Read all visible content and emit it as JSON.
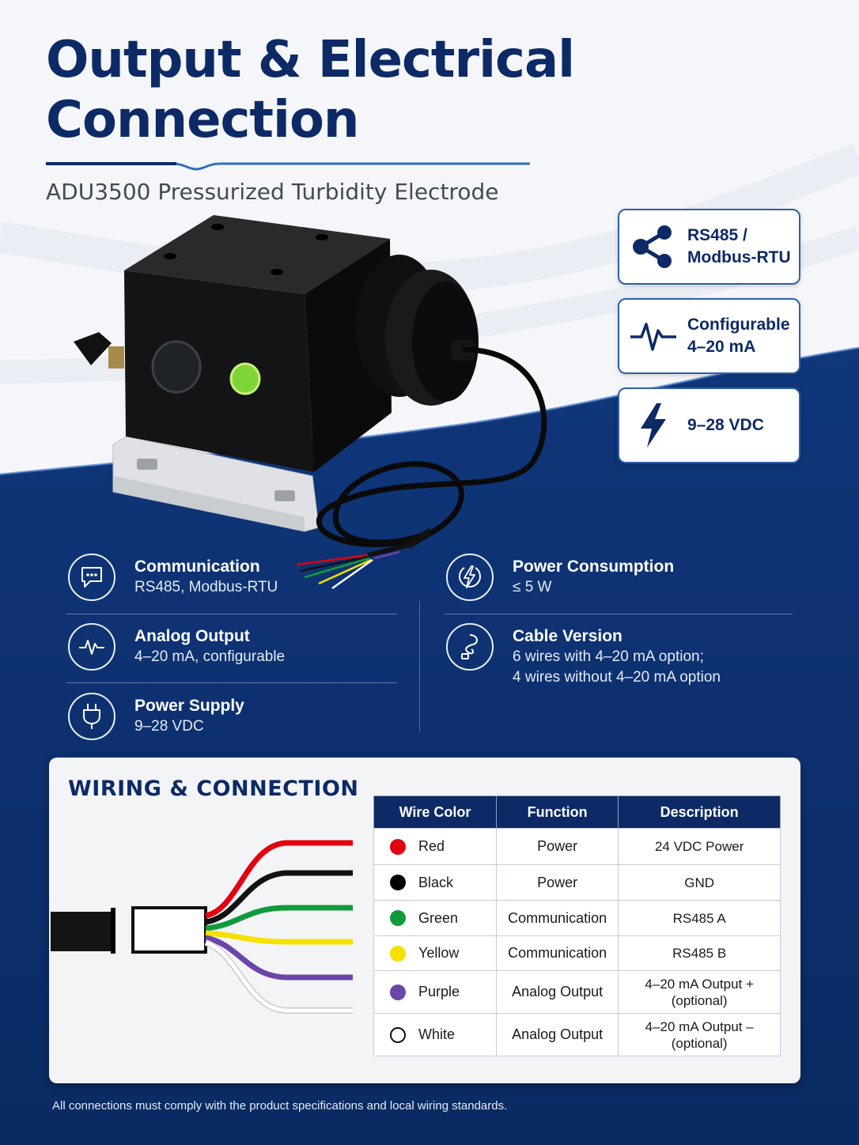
{
  "header": {
    "title": "Output & Electrical Connection",
    "subtitle": "ADU3500 Pressurized Turbidity Electrode"
  },
  "badges": [
    {
      "icon": "share-nodes-icon",
      "text": "RS485 /\nModbus-RTU"
    },
    {
      "icon": "pulse-wave-icon",
      "text": "Configurable\n4–20 mA"
    },
    {
      "icon": "lightning-bolt-icon",
      "text": "9–28 VDC"
    }
  ],
  "specs": [
    {
      "icon": "chat-bubble-icon",
      "label": "Communication",
      "value": "RS485, Modbus-RTU"
    },
    {
      "icon": "pulse-wave-icon",
      "label": "Analog Output",
      "value": "4–20 mA, configurable"
    },
    {
      "icon": "power-plug-icon",
      "label": "Power Supply",
      "value": "9–28 VDC"
    },
    {
      "icon": "lightning-circle-icon",
      "label": "Power Consumption",
      "value": "≤ 5 W"
    },
    {
      "icon": "cable-icon",
      "label": "Cable Version",
      "value": "6 wires with 4–20 mA option;\n4 wires without 4–20 mA option"
    }
  ],
  "wiring": {
    "title": "WIRING & CONNECTION",
    "headers": [
      "Wire Color",
      "Function",
      "Description"
    ],
    "rows": [
      {
        "color": "Red",
        "swatch": "#e3000f",
        "function": "Power",
        "description": "24 VDC Power"
      },
      {
        "color": "Black",
        "swatch": "#000000",
        "function": "Power",
        "description": "GND"
      },
      {
        "color": "Green",
        "swatch": "#109a3c",
        "function": "Communication",
        "description": "RS485 A"
      },
      {
        "color": "Yellow",
        "swatch": "#f5e000",
        "function": "Communication",
        "description": "RS485 B"
      },
      {
        "color": "Purple",
        "swatch": "#6b45a8",
        "function": "Analog Output",
        "description": "4–20 mA Output +\n(optional)"
      },
      {
        "color": "White",
        "swatch": "#ffffff",
        "function": "Analog Output",
        "description": "4–20 mA Output –\n(optional)"
      }
    ]
  },
  "footer": "All connections must comply with the product specifications and local wiring standards.",
  "colors": {
    "navy": "#0d2a66",
    "accent_blue": "#2f6fc0"
  }
}
